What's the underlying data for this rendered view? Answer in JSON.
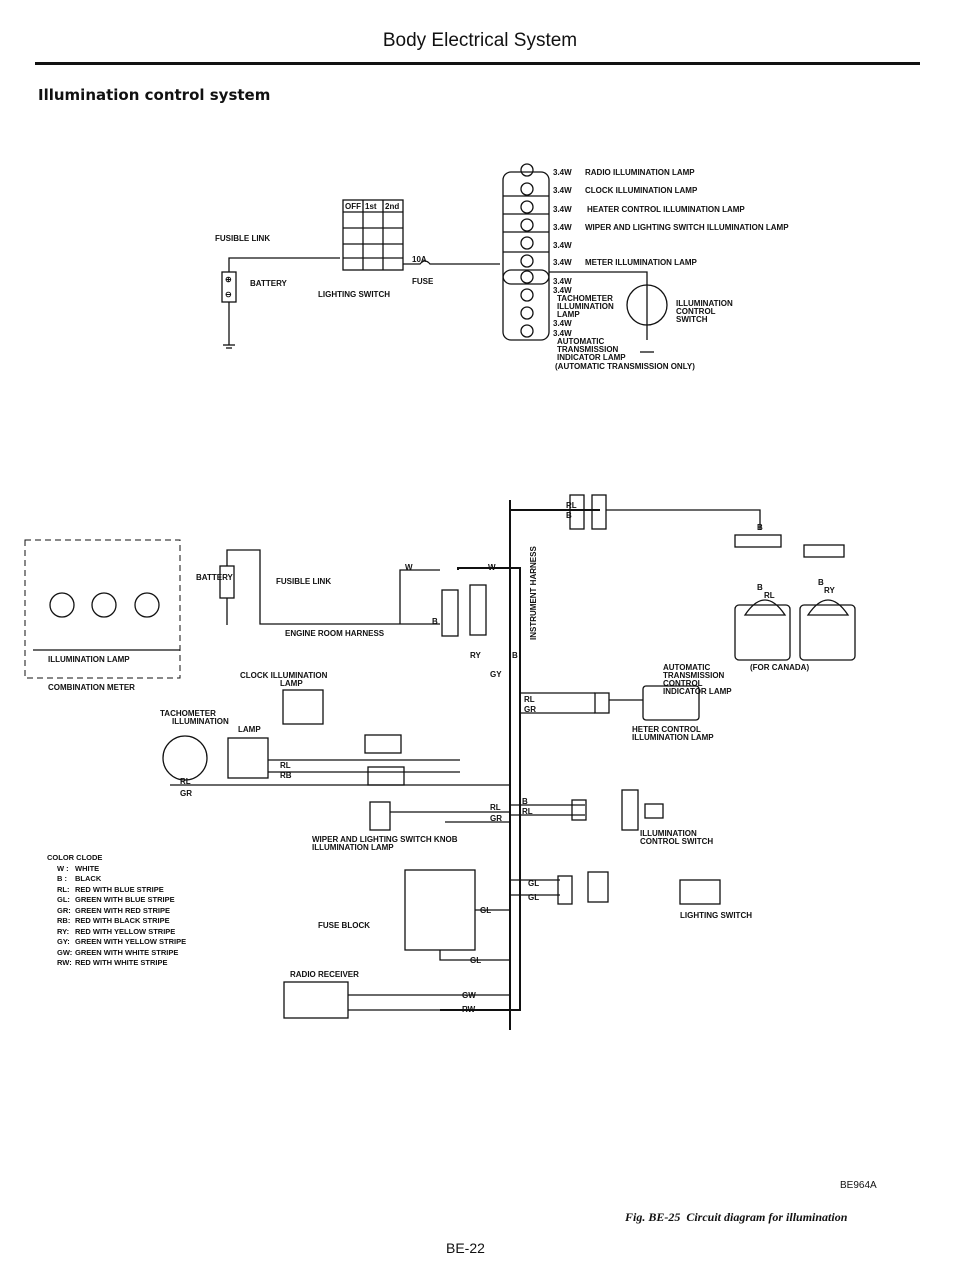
{
  "header": {
    "title": "Body Electrical System",
    "section": "Illumination control system"
  },
  "top_diagram": {
    "fusible_link": "FUSIBLE LINK",
    "battery": "BATTERY",
    "switch_cols": [
      "OFF",
      "1st",
      "2nd"
    ],
    "fuse_rating": "10A",
    "fuse": "FUSE",
    "lighting_switch": "LIGHTING SWITCH",
    "lamps": [
      {
        "watt": "3.4W",
        "label": "RADIO ILLUMINATION LAMP"
      },
      {
        "watt": "3.4W",
        "label": "CLOCK ILLUMINATION LAMP"
      },
      {
        "watt": "3.4W",
        "label": "HEATER CONTROL ILLUMINATION LAMP"
      },
      {
        "watt": "3.4W",
        "label": "WIPER AND LIGHTING SWITCH ILLUMINATION LAMP"
      },
      {
        "watt": "3.4W",
        "label": ""
      },
      {
        "watt": "3.4W",
        "label": "METER ILLUMINATION LAMP"
      },
      {
        "watt": "3.4W",
        "label": ""
      }
    ],
    "tach": [
      "3.4W",
      "TACHOMETER",
      "ILLUMINATION",
      "LAMP",
      "3.4W"
    ],
    "atlamp": [
      "3.4W",
      "AUTOMATIC",
      "TRANSMISSION",
      "INDICATOR LAMP",
      "(AUTOMATIC TRANSMISSION ONLY)"
    ],
    "control_switch": [
      "ILLUMINATION",
      "CONTROL",
      "SWITCH"
    ]
  },
  "bottom_diagram": {
    "illumination_lamp": "ILLUMINATION LAMP",
    "combination_meter": "COMBINATION METER",
    "battery": "BATTERY",
    "fusible_link": "FUSIBLE LINK",
    "engine_room_harness": "ENGINE ROOM HARNESS",
    "clock_lamp": [
      "CLOCK ILLUMINATION",
      "LAMP"
    ],
    "tach_lamp": [
      "TACHOMETER",
      "ILLUMINATION",
      "LAMP"
    ],
    "instrument_harness": "INSTRUMENT HARNESS",
    "at_lamp": [
      "AUTOMATIC",
      "TRANSMISSION",
      "CONTROL",
      "INDICATOR LAMP"
    ],
    "for_canada": "(FOR CANADA)",
    "heater_lamp": [
      "HETER CONTROL",
      "ILLUMINATION LAMP"
    ],
    "wiper_lamp": [
      "WIPER AND LIGHTING SWITCH KNOB",
      "ILLUMINATION LAMP"
    ],
    "control_switch": [
      "ILLUMINATION",
      "CONTROL SWITCH"
    ],
    "fuse_block": "FUSE BLOCK",
    "lighting_switch": "LIGHTING SWITCH",
    "radio_receiver": "RADIO RECEIVER",
    "wires": [
      "RL",
      "B",
      "W",
      "W",
      "B",
      "RY",
      "B",
      "GY",
      "RL",
      "GR",
      "RL",
      "RB",
      "RL",
      "GR",
      "RL",
      "GR",
      "B",
      "RL",
      "GL",
      "GL",
      "GL",
      "GL",
      "GW",
      "RW",
      "B",
      "B",
      "RL",
      "B",
      "RY"
    ]
  },
  "color_code": {
    "title": "COLOR CLODE",
    "items": [
      {
        "k": "W :",
        "v": "WHITE"
      },
      {
        "k": "B :",
        "v": "BLACK"
      },
      {
        "k": "RL:",
        "v": "RED WITH BLUE STRIPE"
      },
      {
        "k": "GL:",
        "v": "GREEN WITH BLUE STRIPE"
      },
      {
        "k": "GR:",
        "v": "GREEN WITH RED STRIPE"
      },
      {
        "k": "RB:",
        "v": "RED WITH BLACK STRIPE"
      },
      {
        "k": "RY:",
        "v": "RED WITH YELLOW STRIPE"
      },
      {
        "k": "GY:",
        "v": "GREEN WITH YELLOW STRIPE"
      },
      {
        "k": "GW:",
        "v": "GREEN WITH WHITE STRIPE"
      },
      {
        "k": "RW:",
        "v": "RED WITH WHITE STRIPE"
      }
    ]
  },
  "footer": {
    "fig_id": "BE964A",
    "caption_num": "Fig. BE-25",
    "caption": "Circuit diagram for illumination",
    "page": "BE-22"
  }
}
